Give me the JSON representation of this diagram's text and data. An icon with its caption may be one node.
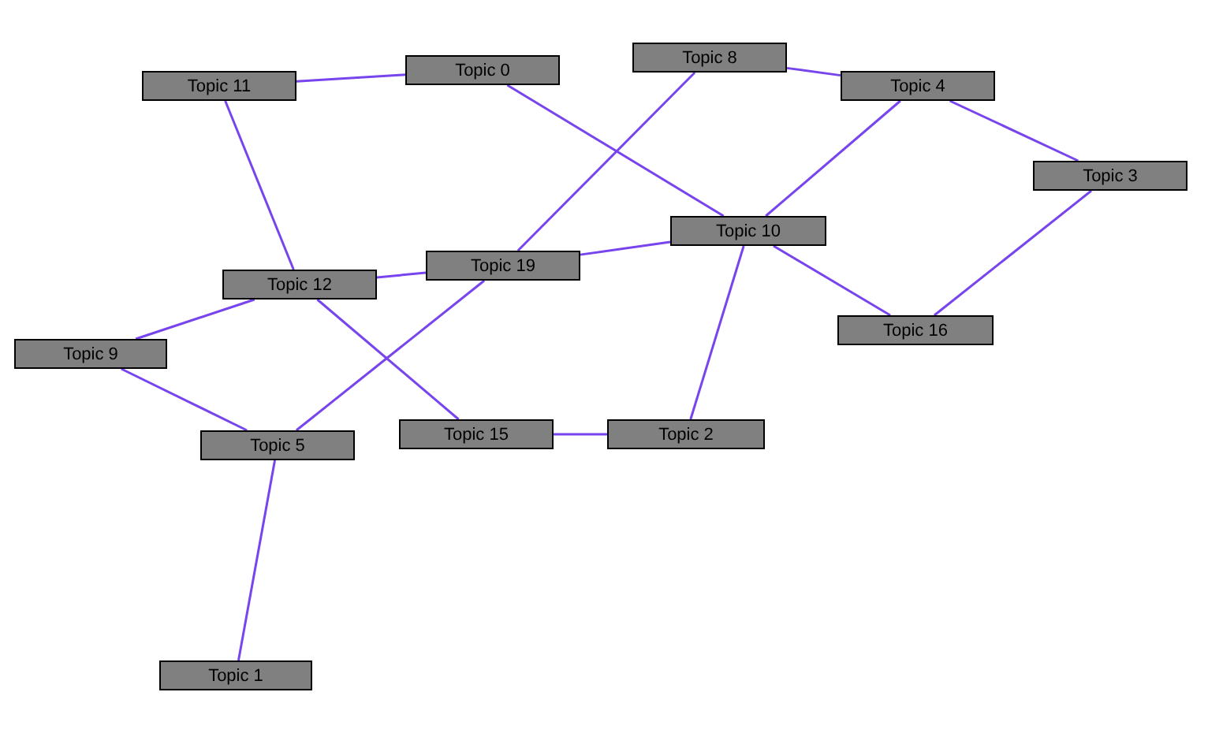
{
  "diagram": {
    "nodes": [
      {
        "text": [
          "Topic 8"
        ]
      },
      {
        "text": [
          "Topic 0"
        ]
      },
      {
        "text": [
          "Topic 11"
        ]
      },
      {
        "text": [
          "Topic 4"
        ]
      },
      {
        "text": [
          "Topic 3"
        ]
      },
      {
        "text": [
          "Topic 10"
        ]
      },
      {
        "text": [
          "Topic 19"
        ]
      },
      {
        "text": [
          "Topic 12"
        ]
      },
      {
        "text": [
          "Topic 16"
        ]
      },
      {
        "text": [
          "Topic 9"
        ]
      },
      {
        "text": [
          "Topic 15"
        ]
      },
      {
        "text": [
          "Topic 2"
        ]
      },
      {
        "text": [
          "Topic 5"
        ]
      },
      {
        "text": [
          "Topic 1"
        ]
      }
    ],
    "edges": [
      {
        "from": 2,
        "to": 1,
        "arrow": "none"
      },
      {
        "from": 1,
        "to": 5,
        "arrow": "none"
      },
      {
        "from": 2,
        "to": 7,
        "arrow": "none"
      },
      {
        "from": 0,
        "to": 3,
        "arrow": "none"
      },
      {
        "from": 0,
        "to": 6,
        "arrow": "none"
      },
      {
        "from": 3,
        "to": 5,
        "arrow": "none"
      },
      {
        "from": 3,
        "to": 4,
        "arrow": "none"
      },
      {
        "from": 4,
        "to": 8,
        "arrow": "none"
      },
      {
        "from": 5,
        "to": 8,
        "arrow": "none"
      },
      {
        "from": 6,
        "to": 5,
        "arrow": "none"
      },
      {
        "from": 5,
        "to": 11,
        "arrow": "none"
      },
      {
        "from": 7,
        "to": 6,
        "arrow": "none"
      },
      {
        "from": 6,
        "to": 12,
        "arrow": "none"
      },
      {
        "from": 7,
        "to": 9,
        "arrow": "none"
      },
      {
        "from": 7,
        "to": 10,
        "arrow": "none"
      },
      {
        "from": 9,
        "to": 12,
        "arrow": "none"
      },
      {
        "from": 10,
        "to": 11,
        "arrow": "none"
      },
      {
        "from": 12,
        "to": 13,
        "arrow": "none"
      }
    ]
  }
}
